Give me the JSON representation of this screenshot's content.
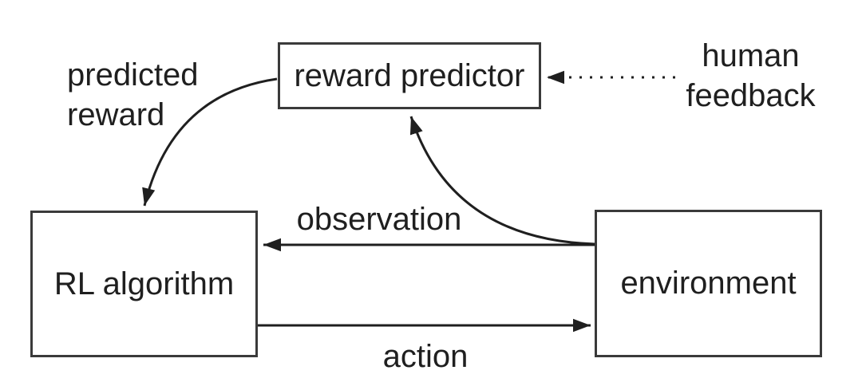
{
  "colors": {
    "background": "#ffffff",
    "ink": "#1f1f1f",
    "box_border": "#3a3a3a"
  },
  "diagram": {
    "type": "flow-diagram",
    "nodes": {
      "reward_predictor": {
        "label": "reward predictor"
      },
      "rl_algorithm": {
        "label": "RL algorithm"
      },
      "environment": {
        "label": "environment"
      }
    },
    "edges": {
      "human_feedback": {
        "label": "human feedback",
        "from": "human feedback",
        "to": "reward_predictor",
        "style": "dotted",
        "direction": "right-to-left"
      },
      "predicted_reward": {
        "label": "predicted reward",
        "from": "reward_predictor",
        "to": "rl_algorithm",
        "style": "solid-curved"
      },
      "observation": {
        "label": "observation",
        "from": "environment",
        "to": "rl_algorithm",
        "style": "solid",
        "direction": "right-to-left"
      },
      "action": {
        "label": "action",
        "from": "rl_algorithm",
        "to": "environment",
        "style": "solid",
        "direction": "left-to-right"
      },
      "environment_to_predictor": {
        "label": "",
        "from": "environment",
        "to": "reward_predictor",
        "style": "solid-curved"
      }
    }
  }
}
